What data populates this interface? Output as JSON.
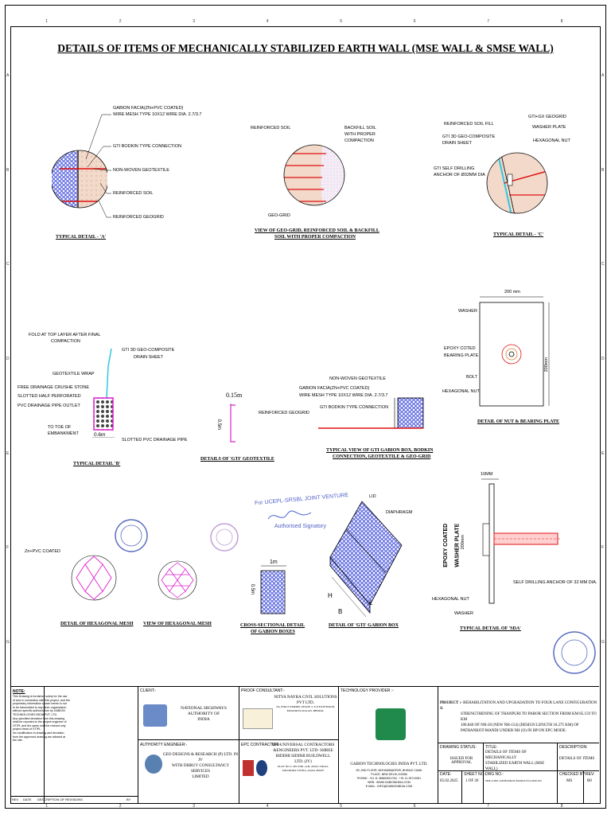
{
  "title": "DETAILS OF ITEMS OF MECHANICALLY STABILIZED EARTH WALL (MSE WALL & SMSE WALL)",
  "border_col_numbers": [
    "1",
    "2",
    "3",
    "4",
    "5",
    "6",
    "7",
    "8"
  ],
  "border_row_letters": [
    "A",
    "B",
    "C",
    "D",
    "E",
    "F",
    "G"
  ],
  "detail_a": {
    "caption": "TYPICAL DETAIL - 'A'",
    "labels": [
      "GABION FACIA(ZN+PVC COATED)",
      "WIRE MESH TYPE 10X12 WIRE DIA. 2.7/3.7",
      "GTI BODKIN TYPE CONNECTION",
      "NON-WOVEN GEOTEXTILE",
      "REINFORCED SOIL",
      "REINFORCED GEOGRID"
    ]
  },
  "detail_geogrid": {
    "caption_1": "VIEW OF GEO-GRID, REINFORCED SOIL & BACKFILL",
    "caption_2": "SOIL WITH PROPER COMPACTION",
    "labels": [
      "REINFORCED SOIL",
      "BACKFILL SOIL",
      "WITH PROPER",
      "COMPACTION",
      "GEO-GRID"
    ]
  },
  "detail_c": {
    "caption": "TYPICAL DETAIL - 'C'",
    "labels": [
      "REINFORCED SOIL FILL",
      "GTI+GX GEOGRID",
      "WASHER PLATE",
      "GTI 3D GEO-COMPOSITE",
      "DRAIN SHEET",
      "HEXAGONAL NUT",
      "GTI SELF DRILLING",
      "ANCHOR OF Ø32MM DIA"
    ]
  },
  "detail_b": {
    "caption": "TYPICAL DETAIL 'B'",
    "labels": [
      "FOLD AT TOP LAYER AFTER FINAL",
      "COMPACTION",
      "GTI 3D GEO-COMPOSITE",
      "DRAIN SHEET",
      "GEOTEXTILE WRAP",
      "FREE DRAINAGE CRUSHE STONE",
      "SLOTTED HALF PERFORATED",
      "PVC DRAINAGE PIPE OUTLET",
      "TO TOE OF",
      "EMBANKMENT",
      "SLOTTED PVC DRAINAGE PIPE"
    ],
    "dim": "0.6m"
  },
  "detail_geotextile": {
    "caption": "DETAILS OF 'GTI' GEOTEXTILE",
    "dim_top": "0.15m",
    "dim_side": "0.5m"
  },
  "detail_gabion_view": {
    "caption_1": "TYPICAL VIEW OF GTI GABION BOX, BODKIN",
    "caption_2": "CONNECTION, GEOTEXTILE & GEO-GRID",
    "labels": [
      "NON-WOVEN GEOTEXTILE",
      "GABION FACIA(ZN+PVC COATED)",
      "WIRE MESH TYPE 10X12 WIRE DIA. 2.7/3.7",
      "GTI BODKIN TYPE CONNECTION",
      "REINFORCED GEOGRID"
    ]
  },
  "detail_nut": {
    "caption": "DETAIL OF NUT & BEARING PLATE",
    "labels": [
      "WASHER",
      "EPOXY COTED",
      "BEARING PLATE",
      "BOLT",
      "HEXAGONAL NUT"
    ],
    "dim_top": "200 mm",
    "dim_side": "200mm"
  },
  "detail_hex": {
    "caption": "DETAIL OF HEXAGONAL MESH",
    "label": "Zn+PVC COATED"
  },
  "view_hex": {
    "caption": "VIEW OF HEXAGONAL MESH"
  },
  "stamp": {
    "line_1": "For UCEPL-SRSBL JOINT VENTURE",
    "line_2": "Authorised Signatory"
  },
  "cross_section": {
    "caption_1": "CROSS-SECTIONAL DETAIL",
    "caption_2": "OF GABION BOXES",
    "dim_top": "1m",
    "dim_side": "0.5m"
  },
  "gabion_box": {
    "caption": "DETAIL OF 'GTI' GABION BOX",
    "labels": [
      "LID",
      "DIAPHRAGM",
      "L",
      "B",
      "H"
    ]
  },
  "detail_sda": {
    "caption": "TYPICAL DETAIL OF 'SDA'",
    "labels": [
      "10MM",
      "EPOXY COATED",
      "WASHER PLATE",
      "200mm",
      "SELF DRILLING ANCHOR OF 32 MM DIA.",
      "HEXAGONAL NUT",
      "WASHER"
    ]
  },
  "title_block": {
    "note_header": "NOTE:",
    "note_text": [
      "This Drawing is furnished solely for the use",
      "of and in connection with this project, and the",
      "proprietary information shown herein is not",
      "to be transmitted to any other organization",
      "without specific authorization by GABION",
      "TECHNOLOGIES INDIA PVT. LTD.",
      "Any specified deviation from this drawing",
      "shall be reported to the project engineer of",
      "GTIPL and the same shall be revised only",
      "project head of GTIPL.",
      "No modification in drawing and deviation",
      "from the approved drawing are allowed at",
      "the site."
    ],
    "rev_headers": [
      "REV",
      "DATE",
      "DESCRIPTION OF REVISIONS",
      "BY"
    ],
    "client_label": "CLIENT:-",
    "client_name": [
      "NATIONAL HIGHWAYS AUTHORITY OF",
      "INDIA"
    ],
    "proof_label": "PROOF CONSULTANT:-",
    "proof_name": [
      "NITYA NAYRA CIVIL SOLUTIONS",
      "PVT LTD."
    ],
    "proof_address": [
      "2/6, INDUS EMPIRE, PHASE 2, E-8 EXTENSION,",
      "BAWADIYA KALAN, BHOPAL"
    ],
    "tech_label": "TECHNOLOGY PROVIDER :-",
    "tech_name": "GABION TECHNOLOGIES INDIA PVT. LTD.",
    "tech_address": [
      "59, 2ND FLOOR, MOHAMMADPUR, BHIKAJI CAMA",
      "PLACE, NEW DELHI-110066",
      "PHONE : +91 11 46660000  FAX : +91 11 26712081",
      "WEB : WWW.GABIONINDIA.COM",
      "E-MAIL : INFO@GABIONINDIA.COM"
    ],
    "project_label": "PROJECT :-",
    "project_text": [
      "REHABILITATION AND UPGRADATION TO FOUR LANE CONFIGURATION &",
      "STRENGTHENING OF THANPURI TO PAROR SECTION FROM KM 85.159 TO KM",
      "100.840 OF NH-20 (NEW NH-154) (DESIGN LENGTH 16.275 KM) OF",
      "PATHANKOT-MANDI UNDER NH (O) IN HP ON EPC MODE."
    ],
    "authority_label": "AUTHORITY ENGINEER:-",
    "authority_name": [
      "GEO DESIGNS & RESEARCH (P) LTD. IN JV",
      "WITH DHRUV CONSULTANCY SERVICES",
      "LIMITED"
    ],
    "epc_label": "EPC CONTRACTOR:-",
    "epc_name": [
      "M/S UNIVERSAL CONTRACTORS",
      "&ENGINEERS PVT. LTD- SHREE",
      "RIDDHI SIDDHI BUILDWELL",
      "LTD. (JV)"
    ],
    "epc_address": [
      "PLOT NO 5, SECTOR 14-B, AWAS VIKAS,",
      "SIKANDRA YOJNA, AGRA 282007"
    ],
    "drawing_status_label": "DRAWING STATUS:",
    "drawing_status": "ISSUED FOR APPROVAL",
    "title_label": "TITLE:",
    "title_text": [
      "DETAILS OF ITEMS OF MECHANICALLY",
      "STABILIZED EARTH WALL (MSE WALL)"
    ],
    "description_label": "DESCRIPTION:",
    "description_text": "DETAILS OF ITEMS",
    "date_label": "DATE:",
    "date": "05.02.2025",
    "sheet_label": "SHEET NO.:",
    "sheet": "1 OF 26",
    "drg_label": "DRG NO.:",
    "drg": "MSE-GTIPL-PATHANKOT-MANDI-TUS-MSE-001",
    "checked_label": "CHECKED BY:",
    "checked": "MS",
    "rev_label": "REV:",
    "rev": "R0"
  },
  "colors": {
    "blue_mesh": "#1a2ad6",
    "magenta": "#e020d0",
    "red": "#e01010",
    "soil": "#f2d9c9",
    "cyan": "#30c8e0"
  }
}
